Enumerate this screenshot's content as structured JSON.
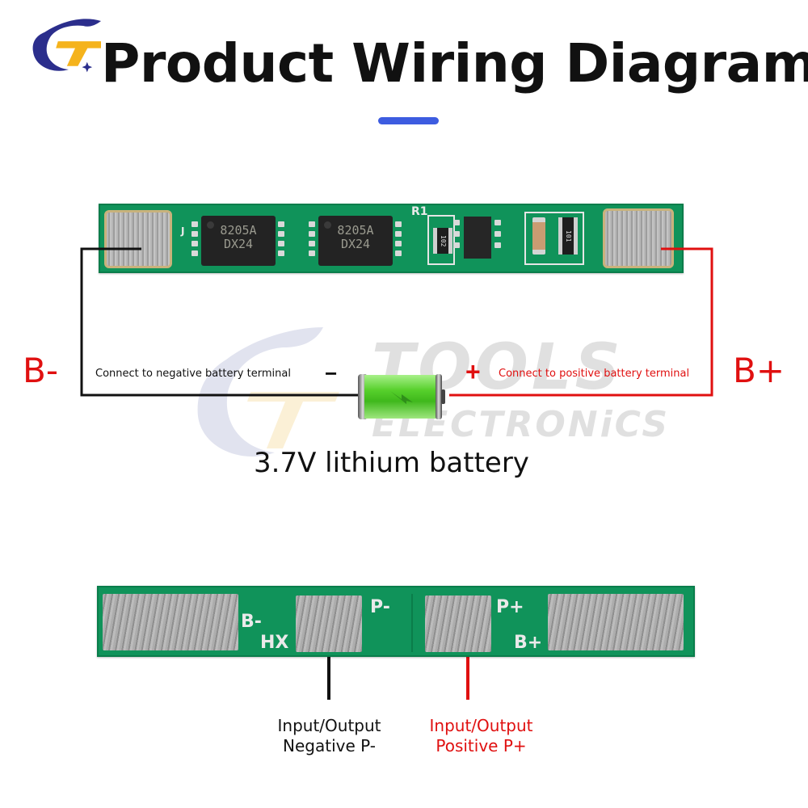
{
  "header": {
    "title": "Product Wiring Diagram",
    "logo": "tools-electronics-logo",
    "accent_color": "#3d5ce0"
  },
  "watermark": {
    "line1": "TOOLS",
    "line2": "ELECTRONiCS"
  },
  "top_board": {
    "chip1": {
      "line1": "8205A",
      "line2": "DX24"
    },
    "chip2": {
      "line1": "8205A",
      "line2": "DX24"
    },
    "silk_r1": "R1",
    "resistor1": "102",
    "resistor2": "101"
  },
  "wiring": {
    "negative_label": "B-",
    "positive_label": "B+",
    "negative_text": "Connect to negative battery terminal",
    "positive_text": "Connect to positive battery terminal",
    "minus_sign": "−",
    "plus_sign": "+",
    "battery_label": "3.7V lithium battery",
    "negative_color": "#111111",
    "positive_color": "#e01010"
  },
  "bottom_board": {
    "silk_b_minus": "B-",
    "silk_hx": "HX",
    "silk_p_minus": "P-",
    "silk_p_plus": "P+",
    "silk_b_plus": "B+"
  },
  "captions": {
    "negative": {
      "line1": "Input/Output",
      "line2": "Negative P-"
    },
    "positive": {
      "line1": "Input/Output",
      "line2": "Positive P+"
    }
  }
}
